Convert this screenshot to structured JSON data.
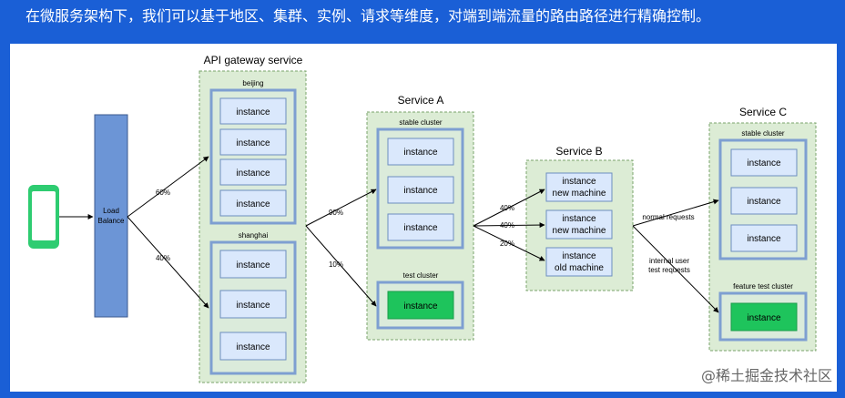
{
  "header_text": "在微服务架构下，我们可以基于地区、集群、实例、请求等维度，对端到端流量的路由路径进行精确控制。",
  "load_balancer": {
    "line1": "Load",
    "line2": "Balance"
  },
  "gateway": {
    "title": "API gateway service",
    "clusters": [
      {
        "label": "beijing",
        "instances": [
          "instance",
          "instance",
          "instance",
          "instance"
        ]
      },
      {
        "label": "shanghai",
        "instances": [
          "instance",
          "instance",
          "instance"
        ]
      }
    ],
    "split": [
      "60%",
      "40%"
    ]
  },
  "service_a": {
    "title": "Service A",
    "stable_label": "stable cluster",
    "stable_instances": [
      "instance",
      "instance",
      "instance"
    ],
    "test_label": "test cluster",
    "test_instance": "instance",
    "split": [
      "90%",
      "10%"
    ]
  },
  "service_b": {
    "title": "Service B",
    "instances": [
      {
        "line1": "instance",
        "line2": "new machine"
      },
      {
        "line1": "instance",
        "line2": "new machine"
      },
      {
        "line1": "instance",
        "line2": "old machine"
      }
    ],
    "split": [
      "40%",
      "40%",
      "20%"
    ]
  },
  "service_c": {
    "title": "Service C",
    "stable_label": "stable cluster",
    "stable_instances": [
      "instance",
      "instance",
      "instance"
    ],
    "feature_label": "feature test cluster",
    "feature_instance": "instance"
  },
  "routes": {
    "normal": "normal requests",
    "internal_line1": "internal user",
    "internal_line2": "test requests"
  },
  "watermark": "@稀土掘金技术社区",
  "colors": {
    "header_bg": "#1a5fd6",
    "service_fill": "#dcecd5",
    "cluster_border": "#7e9fd1",
    "instance_fill": "#dae8fc",
    "test_instance_fill": "#1ec45c",
    "phone": "#2ecc71",
    "load_balancer": "#6c95d6"
  }
}
